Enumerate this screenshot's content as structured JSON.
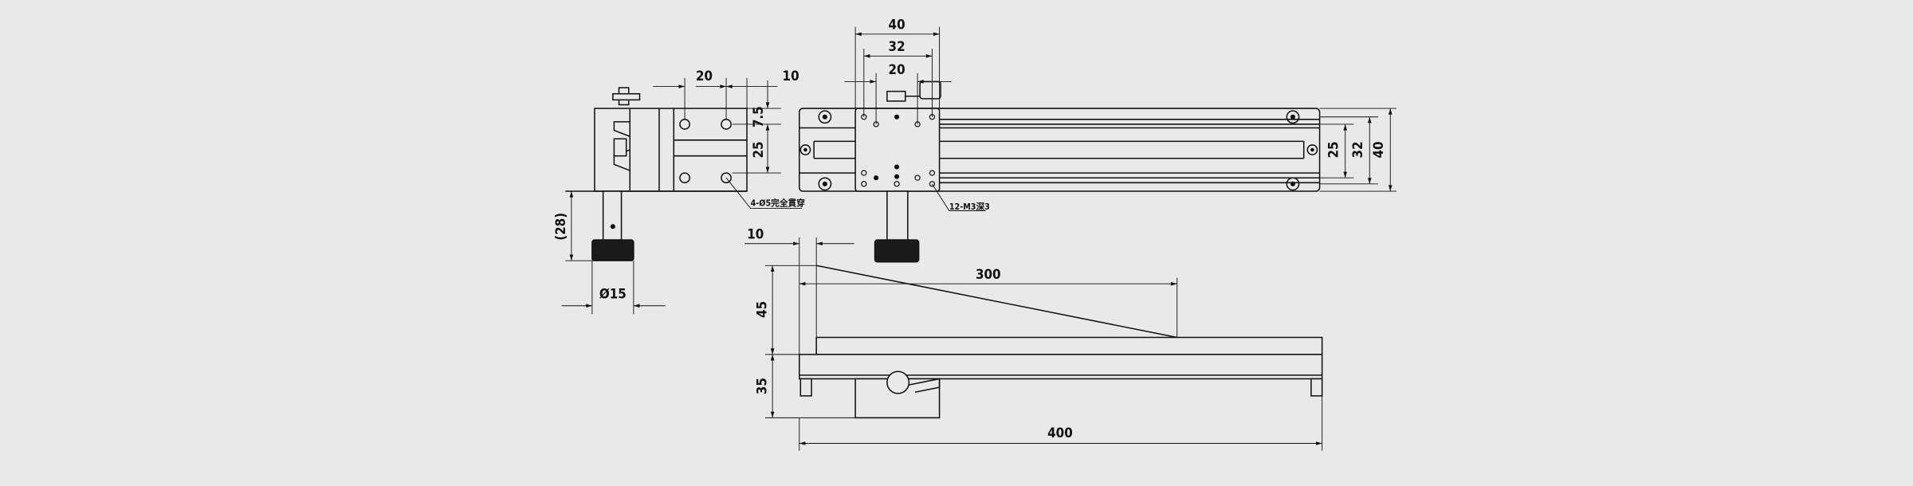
{
  "end_view": {
    "dim_pitch_20": "20",
    "dim_edge_10": "10",
    "dim_edge_7_5": "7.5",
    "dim_holes_25": "25",
    "dim_height_28": "(28)",
    "dim_knob_dia": "Ø15",
    "hole_note": "4-Ø5完全貫穿"
  },
  "top_view": {
    "dim_width_40": "40",
    "dim_width_32": "32",
    "dim_width_20": "20",
    "dim_rail_25": "25",
    "dim_rail_32": "32",
    "dim_rail_40": "40",
    "thread_note": "12-M3深3"
  },
  "side_view": {
    "dim_offset_10": "10",
    "dim_travel_300": "300",
    "dim_height_45": "45",
    "dim_height_35": "35",
    "dim_length_400": "400"
  }
}
